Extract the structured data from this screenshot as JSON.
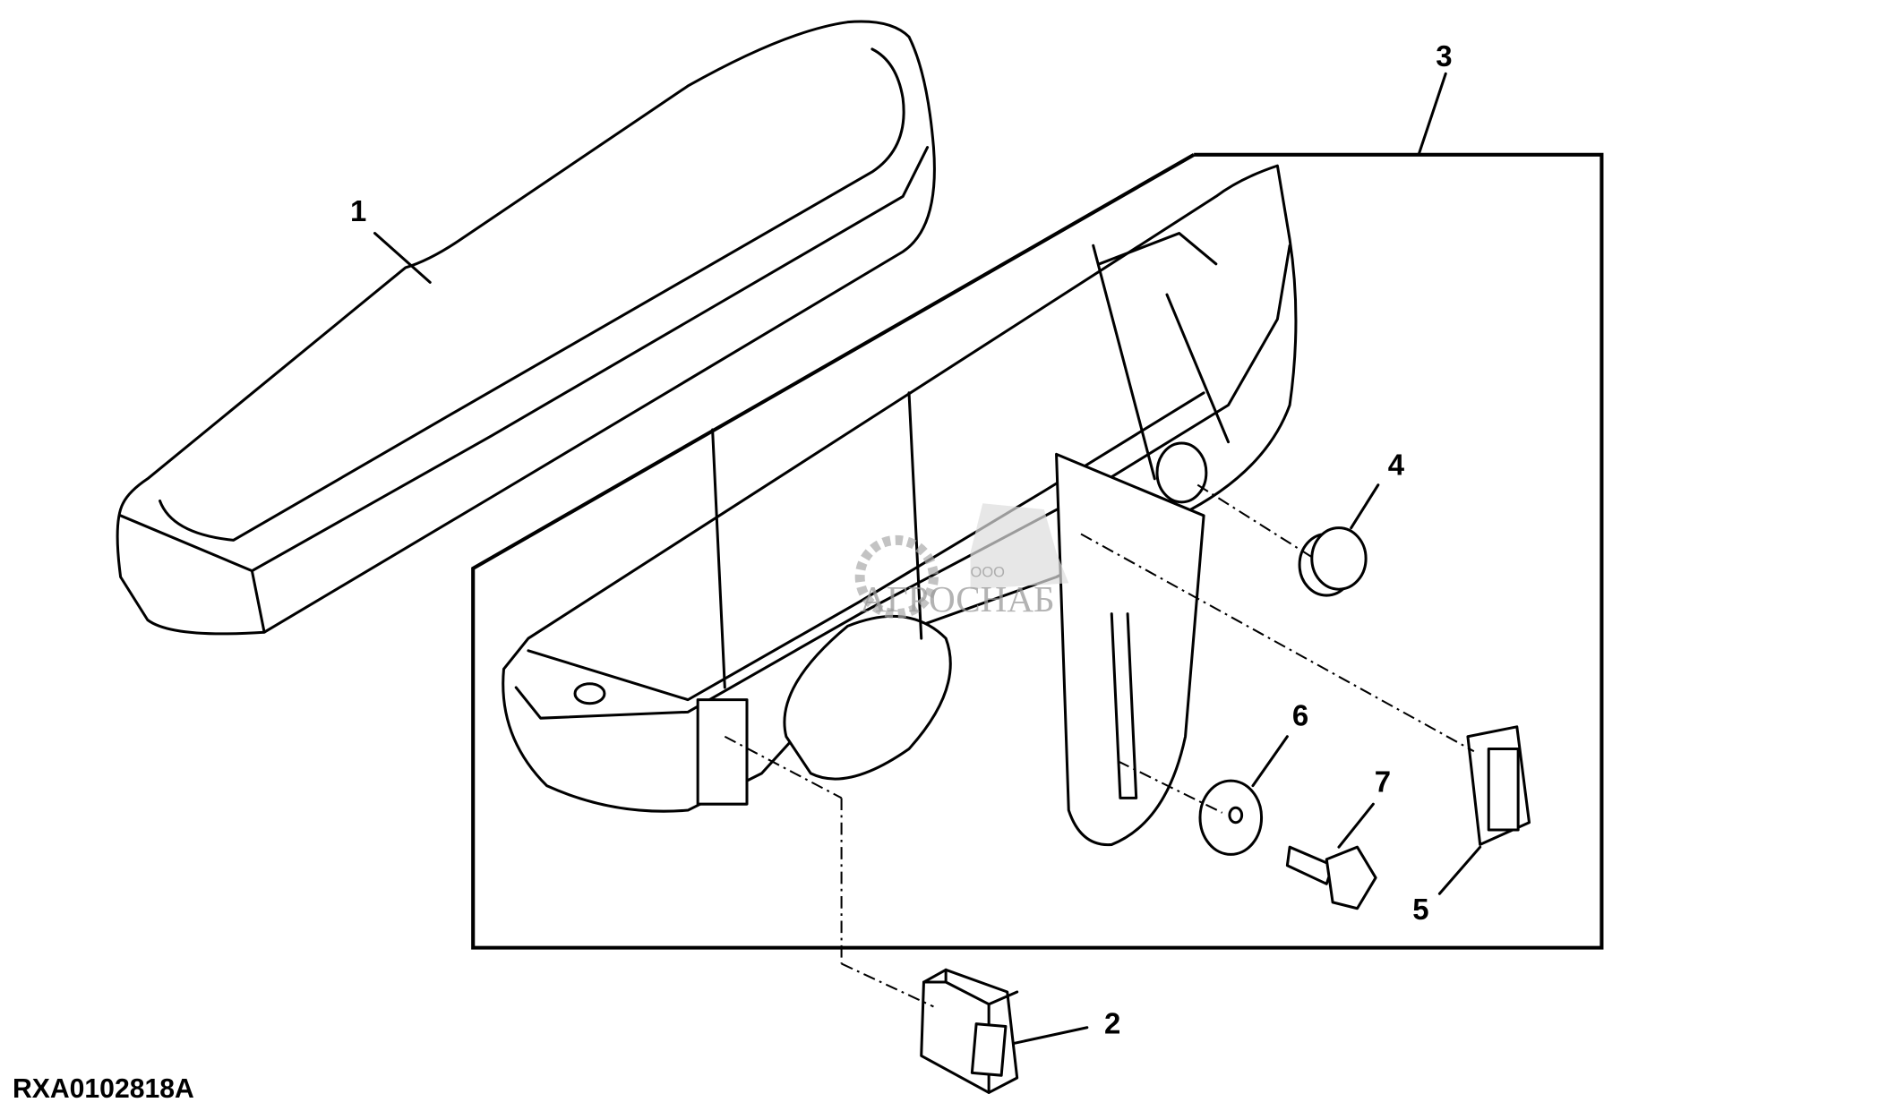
{
  "diagram": {
    "figure_id": "RXA0102818A",
    "callouts": [
      "1",
      "2",
      "3",
      "4",
      "5",
      "6",
      "7"
    ],
    "watermark": {
      "prefix": "ООО",
      "name": "АГРОСНАБ"
    }
  }
}
